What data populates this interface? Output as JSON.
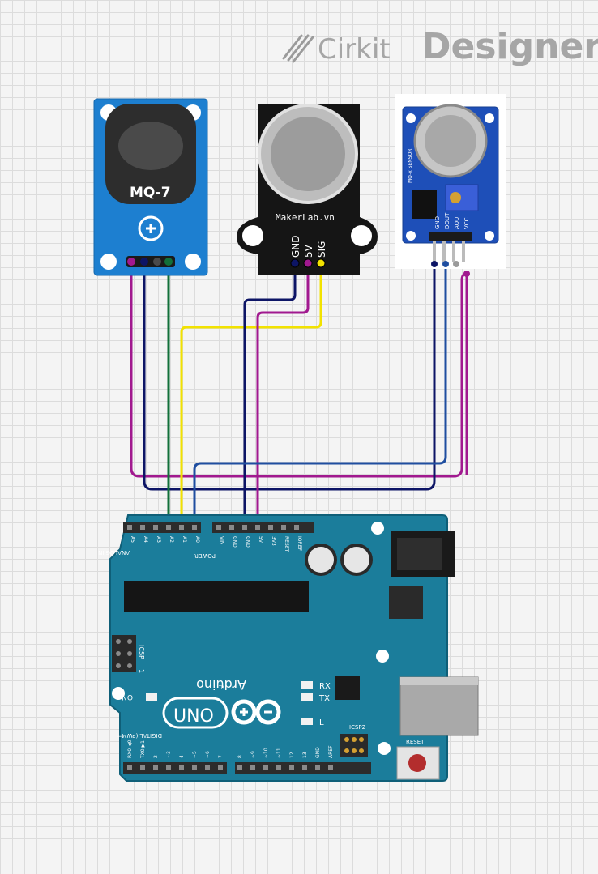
{
  "brand": {
    "name_part1": "Cirkit",
    "name_part2": "Designer"
  },
  "mq7": {
    "label": "MQ-7"
  },
  "makerlab": {
    "brand": "MakerLab.vn",
    "pins": [
      "GND",
      "5V",
      "SIG"
    ]
  },
  "mq_module": {
    "pins": [
      "GND",
      "DOUT",
      "AOUT",
      "VCC"
    ],
    "side_text": "MQ-x SENSOR"
  },
  "arduino": {
    "brand": "Arduino",
    "model": "UNO",
    "tm": "TM",
    "analog_pins": [
      "A5",
      "A4",
      "A3",
      "A2",
      "A1",
      "A0"
    ],
    "analog_label": "ANALOG IN",
    "power_pins": [
      "VIN",
      "GND",
      "GND",
      "5V",
      "3V3",
      "RESET",
      "IOREF"
    ],
    "power_label": "POWER",
    "icsp_label": "ICSP",
    "icsp2_label": "ICSP2",
    "on_label": "ON",
    "rx_label": "RX",
    "tx_label": "TX",
    "l_label": "L",
    "digital_label": "DIGITAL (PWM=",
    "digital_pins": [
      "RX0 ◀0",
      "TX0 ▶1",
      "2",
      "~3",
      "4",
      "~5",
      "~6",
      "7",
      "8",
      "~9",
      "~10",
      "~11",
      "12",
      "13",
      "GND",
      "AREF"
    ],
    "reset_label": "RESET",
    "icsp_one": "1"
  },
  "wire_colors": {
    "purple": "#a1198f",
    "navy": "#0d1566",
    "green": "#12703a",
    "yellow": "#f2e200",
    "blue": "#1f4ea0",
    "gray": "#9a9a9a"
  }
}
